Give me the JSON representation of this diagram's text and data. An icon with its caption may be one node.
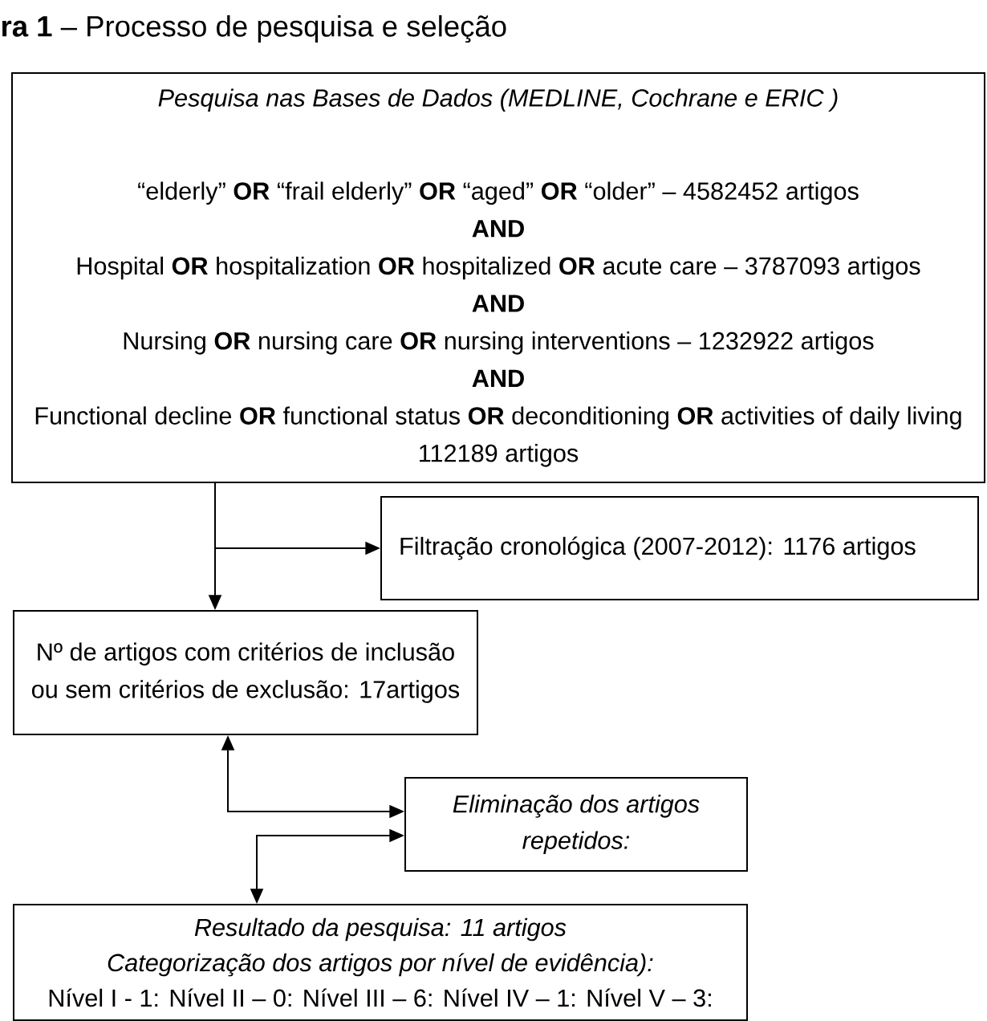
{
  "diagram": {
    "title": "**ra 1** – Processo de pesquisa e seleção",
    "nodes": [
      {
        "text": [
          "Pesquisa nas Bases de Dados (MEDLINE, Cochrane e ERIC )",
          "“elderly” **OR** “frail elderly” **OR** “aged” **OR** “older” – 4582452 artigos",
          "AND",
          "Hospital **OR** hospitalization **OR** hospitalized **OR** acute care – 3787093 artigos",
          "AND",
          "Nursing **OR** nursing care **OR** nursing interventions – 1232922 artigos",
          "AND",
          "Functional decline **OR** functional status **OR** deconditioning **OR** activities of daily living 112189 artigos"
        ]
      },
      {
        "text": [
          "Filtração cronológica (2007-2012): 1176 artigos"
        ]
      },
      {
        "text": [
          "Nº de artigos com critérios de inclusão ou sem critérios de exclusão: 17artigos"
        ]
      },
      {
        "text": [
          "Eliminação dos artigos repetidos:"
        ]
      },
      {
        "text": [
          "Resultado da pesquisa: 11 artigos",
          "Categorização dos artigos por nível de evidência):",
          "Nível I - 1: Nível II – 0: Nível III – 6: Nível IV – 1: Nível V – 3:"
        ]
      }
    ],
    "edges": [
      {
        "from": 0,
        "to": 2,
        "arrow": "to"
      },
      {
        "from": 0,
        "to": 1,
        "arrow": "to"
      },
      {
        "from": 2,
        "to": 3,
        "arrow": "both"
      },
      {
        "from": 3,
        "to": 4,
        "arrow": "both"
      }
    ]
  }
}
